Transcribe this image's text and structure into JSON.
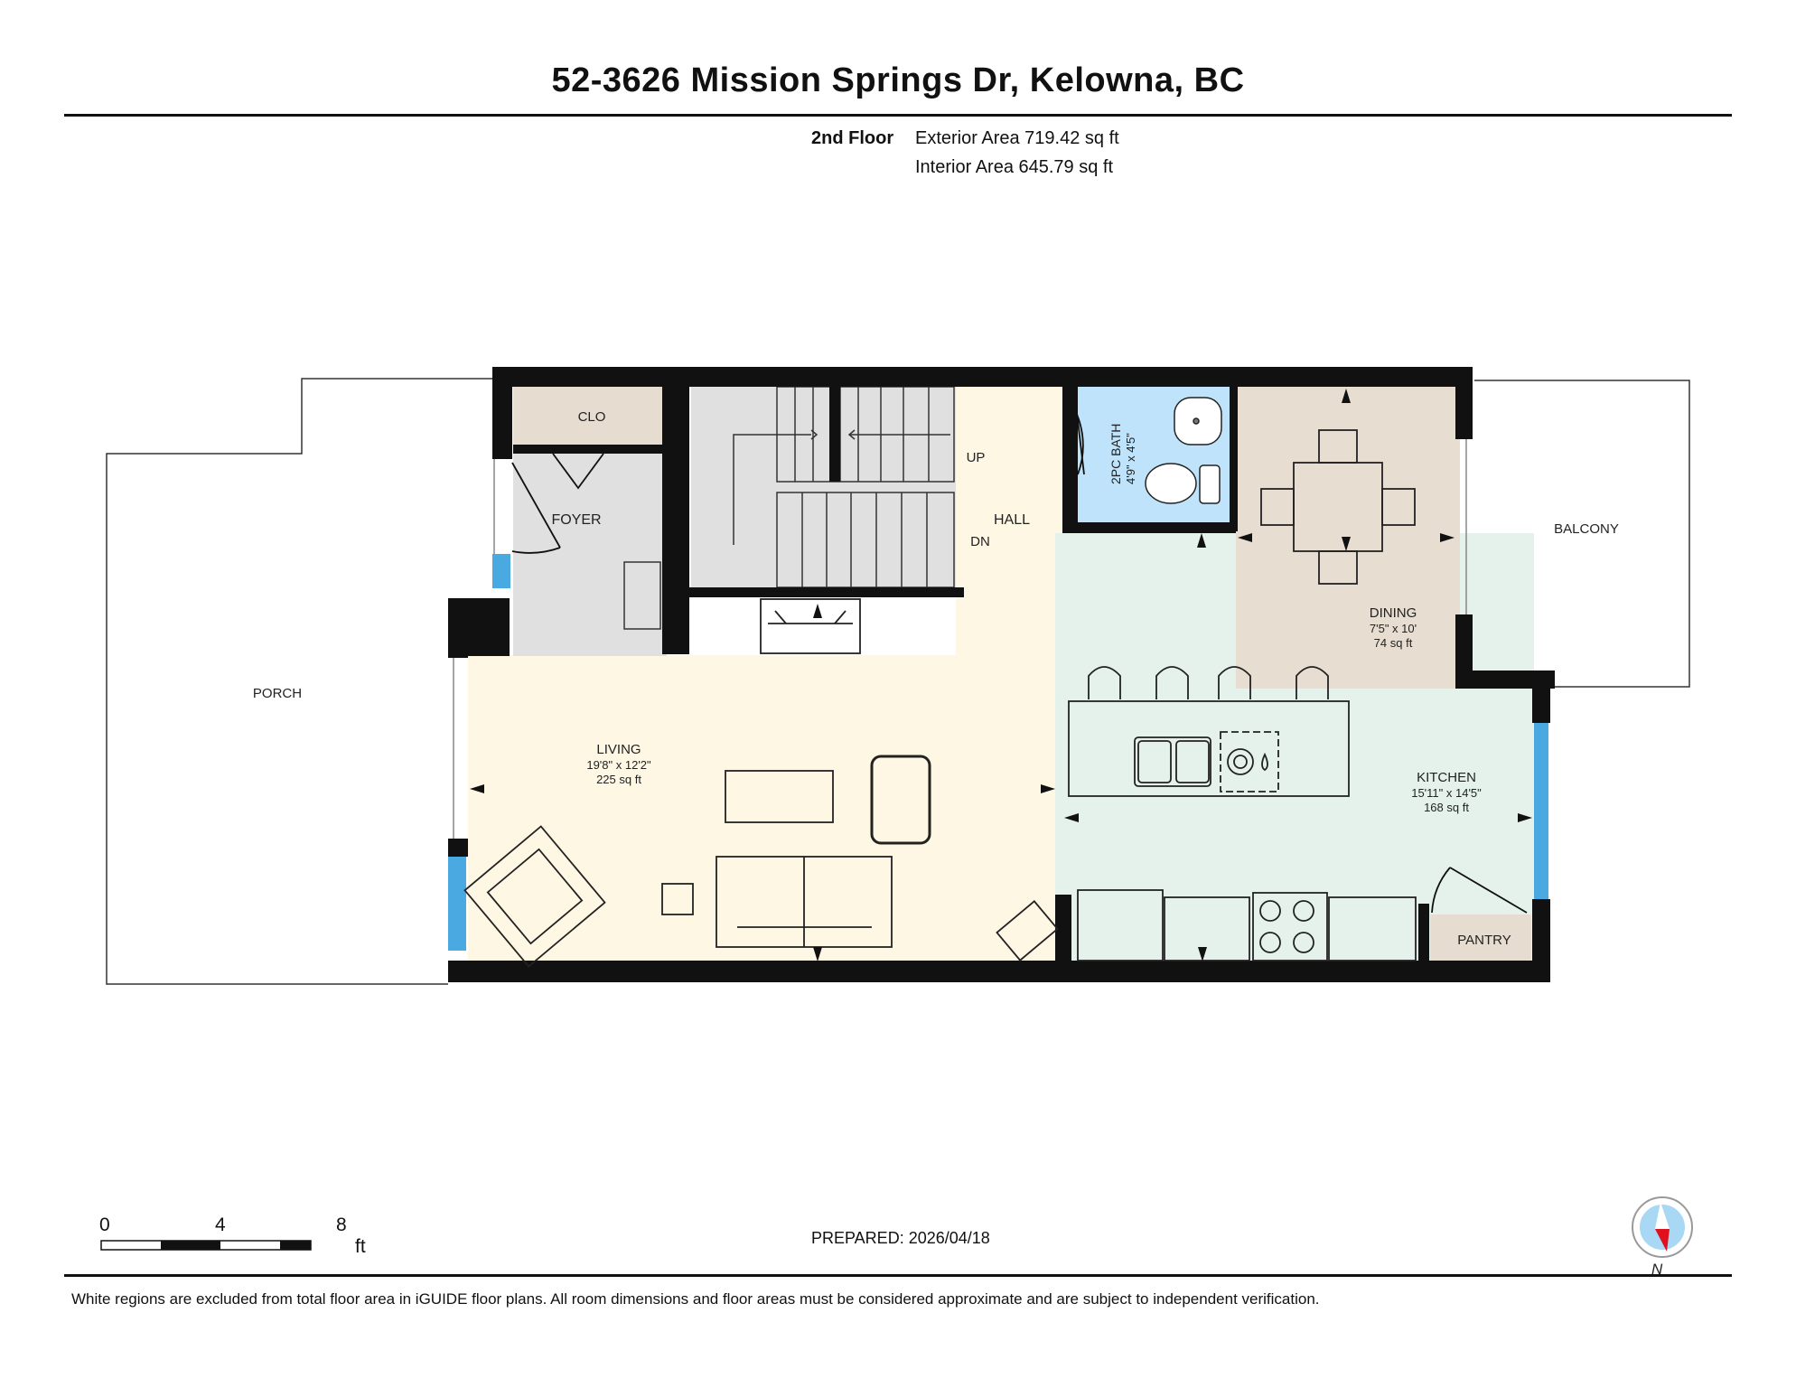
{
  "header": {
    "address": "52-3626 Mission Springs Dr, Kelowna, BC"
  },
  "floor_info": {
    "floor_name": "2nd Floor",
    "exterior_area": "Exterior Area 719.42 sq ft",
    "interior_area": "Interior Area 645.79 sq ft"
  },
  "rooms": {
    "clo": {
      "name": "CLO"
    },
    "foyer": {
      "name": "FOYER"
    },
    "hall": {
      "name": "HALL",
      "up": "UP",
      "dn": "DN"
    },
    "bath": {
      "name": "2PC BATH",
      "dims": "4'9\" x 4'5\""
    },
    "dining": {
      "name": "DINING",
      "dims": "7'5\" x 10'",
      "area": "74 sq ft"
    },
    "balcony": {
      "name": "BALCONY"
    },
    "porch": {
      "name": "PORCH"
    },
    "living": {
      "name": "LIVING",
      "dims": "19'8\" x 12'2\"",
      "area": "225 sq ft"
    },
    "kitchen": {
      "name": "KITCHEN",
      "dims": "15'11\" x 14'5\"",
      "area": "168 sq ft"
    },
    "pantry": {
      "name": "PANTRY"
    }
  },
  "scale_bar": {
    "ticks": [
      "0",
      "4",
      "8"
    ],
    "unit": "ft"
  },
  "prepared": "PREPARED: 2026/04/18",
  "compass": {
    "label": "N"
  },
  "footnote": "White regions are excluded from total floor area in iGUIDE floor plans. All room dimensions and floor areas must be considered approximate and are subject to independent verification.",
  "colors": {
    "wall": "#111111",
    "living": "#fdf7e3",
    "kitchen": "#e5f2ec",
    "dining": "#e7ddd0",
    "bath": "#bfe3fa",
    "foyer": "#e0e0e0",
    "closet": "#e6ddd0",
    "window": "#4aa9e0"
  }
}
